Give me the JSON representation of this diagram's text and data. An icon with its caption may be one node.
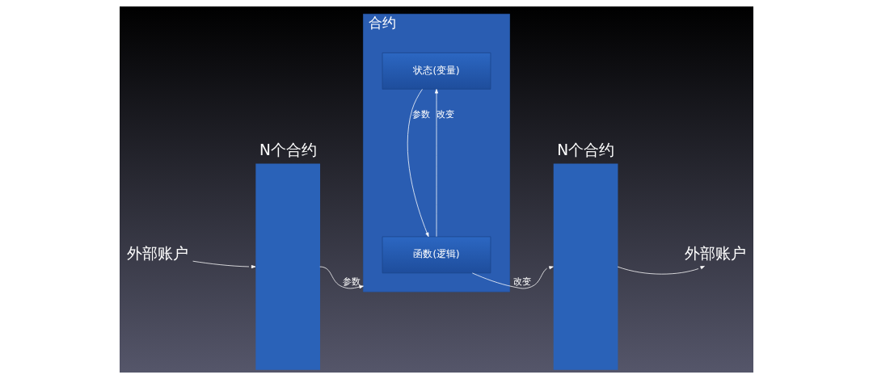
{
  "diagram": {
    "nodes": [
      {
        "text": [
          "外部账户"
        ]
      },
      {
        "text": [
          "N个合约"
        ]
      },
      {
        "text": [
          "合约"
        ]
      },
      {
        "text": [
          "状态(变量)"
        ],
        "in": 2
      },
      {
        "text": [
          "函数(逻辑)"
        ],
        "in": 2
      },
      {
        "text": [
          "N个合约"
        ]
      },
      {
        "text": [
          "外部账户"
        ]
      }
    ],
    "edges": [
      {
        "from": 0,
        "to": 1,
        "arrow": "to"
      },
      {
        "from": 1,
        "to": 2,
        "arrow": "to",
        "label": "参数"
      },
      {
        "from": 3,
        "to": 4,
        "arrow": "to",
        "label": "参数"
      },
      {
        "from": 4,
        "to": 3,
        "arrow": "to",
        "label": "改变"
      },
      {
        "from": 4,
        "to": 5,
        "arrow": "to",
        "label": "改变"
      },
      {
        "from": 5,
        "to": 6,
        "arrow": "to"
      }
    ]
  }
}
